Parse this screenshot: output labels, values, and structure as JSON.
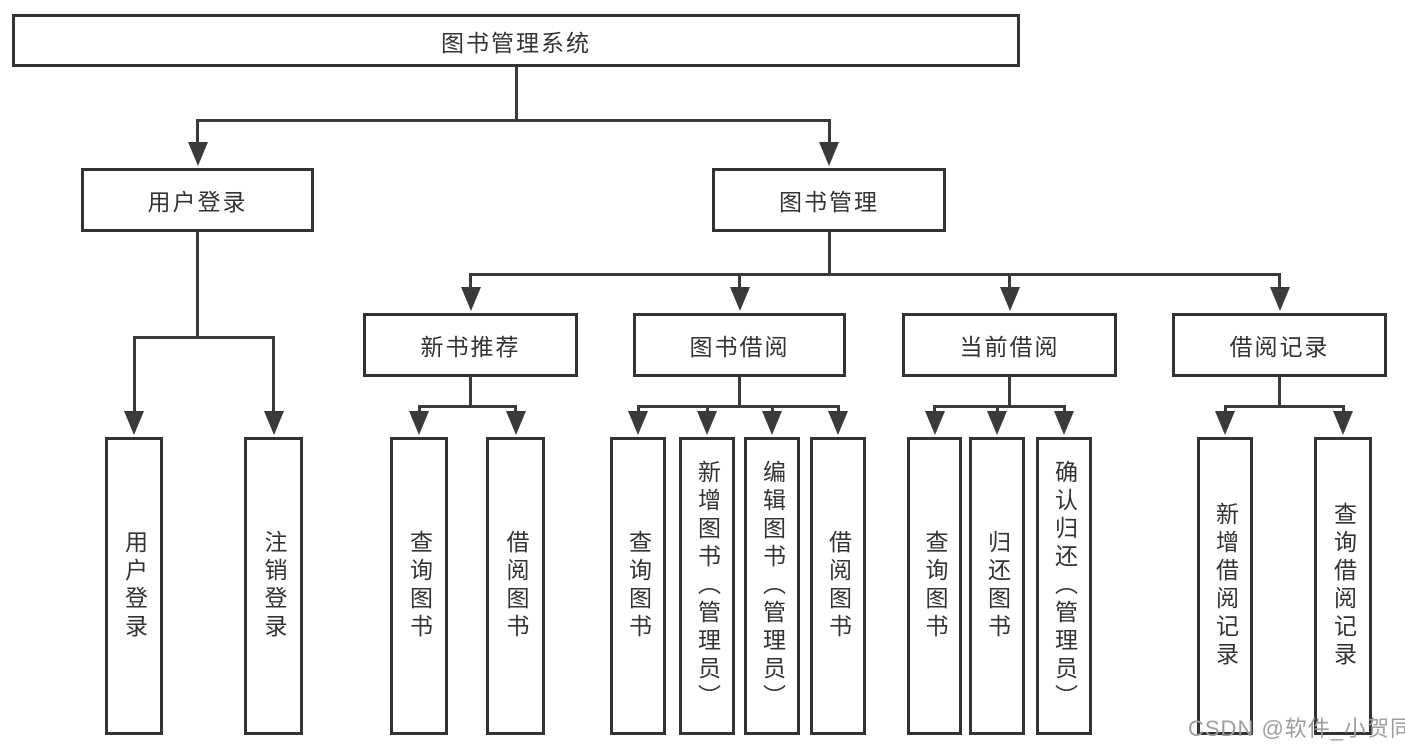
{
  "diagram": {
    "title": "图书管理系统",
    "watermark": "CSDN @软件_小贺同学",
    "colors": {
      "line": "#3a3a3a",
      "box_border": "#333333",
      "text": "#333333",
      "background": "#ffffff",
      "watermark": "#9e9e9e"
    },
    "nodes": [
      {
        "id": "root",
        "label": "图书管理系统"
      },
      {
        "id": "user-login",
        "label": "用户登录"
      },
      {
        "id": "book-mgmt",
        "label": "图书管理"
      },
      {
        "id": "new-book-rec",
        "label": "新书推荐"
      },
      {
        "id": "book-borrow",
        "label": "图书借阅"
      },
      {
        "id": "current-borrow",
        "label": "当前借阅"
      },
      {
        "id": "borrow-records",
        "label": "借阅记录"
      },
      {
        "id": "v-user-login",
        "label": "用户登录"
      },
      {
        "id": "v-logout",
        "label": "注销登录"
      },
      {
        "id": "a-query-books",
        "label": "查询图书"
      },
      {
        "id": "a-borrow-books",
        "label": "借阅图书"
      },
      {
        "id": "b-query-books",
        "label": "查询图书"
      },
      {
        "id": "b-add-books",
        "label": "新增图书（管理员）"
      },
      {
        "id": "b-edit-books",
        "label": "编辑图书（管理员）"
      },
      {
        "id": "b-borrow-books",
        "label": "借阅图书"
      },
      {
        "id": "c-query-books",
        "label": "查询图书"
      },
      {
        "id": "c-return-books",
        "label": "归还图书"
      },
      {
        "id": "c-confirm-return",
        "label": "确认归还（管理员）"
      },
      {
        "id": "d-add-record",
        "label": "新增借阅记录"
      },
      {
        "id": "d-query-record",
        "label": "查询借阅记录"
      }
    ],
    "edges": [
      [
        "root",
        "user-login"
      ],
      [
        "root",
        "book-mgmt"
      ],
      [
        "user-login",
        "v-user-login"
      ],
      [
        "user-login",
        "v-logout"
      ],
      [
        "book-mgmt",
        "new-book-rec"
      ],
      [
        "book-mgmt",
        "book-borrow"
      ],
      [
        "book-mgmt",
        "current-borrow"
      ],
      [
        "book-mgmt",
        "borrow-records"
      ],
      [
        "new-book-rec",
        "a-query-books"
      ],
      [
        "new-book-rec",
        "a-borrow-books"
      ],
      [
        "book-borrow",
        "b-query-books"
      ],
      [
        "book-borrow",
        "b-add-books"
      ],
      [
        "book-borrow",
        "b-edit-books"
      ],
      [
        "book-borrow",
        "b-borrow-books"
      ],
      [
        "current-borrow",
        "c-query-books"
      ],
      [
        "current-borrow",
        "c-return-books"
      ],
      [
        "current-borrow",
        "c-confirm-return"
      ],
      [
        "borrow-records",
        "d-add-record"
      ],
      [
        "borrow-records",
        "d-query-record"
      ]
    ]
  }
}
